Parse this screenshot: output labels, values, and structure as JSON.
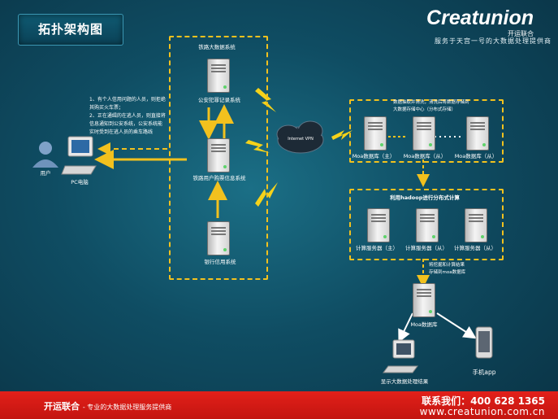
{
  "header": {
    "title": "拓扑架构图",
    "brand_name": "Creatunion",
    "brand_cn": "开运联合",
    "brand_slogan": "服务于天宫一号的大数据处理提供商"
  },
  "railway_group": {
    "title": "铁路大数据系统",
    "nodes": [
      "公安犯罪记录系统",
      "铁路用户购票信息系统",
      "银行信用系统"
    ]
  },
  "notes": [
    "1、有个人信用问题的人员，则拒绝",
    "其购买火车票；",
    "2、正在通缉的在逃人员，则直接将",
    "信息通知到公安系统，公安系统能",
    "实时受到在逃人员的乘车路线"
  ],
  "user": {
    "label": "用户",
    "pc_label": "PC电脑"
  },
  "cloud": {
    "label": "Internet VPN"
  },
  "moa_group": {
    "desc_line1": "数据抽取并清洗，清洗后将数据存储到",
    "desc_line2": "大数据存储中心（分布式存储）",
    "nodes": [
      "Moa数据库（主）",
      "Moa数据库（从）",
      "Moa数据库（从）"
    ]
  },
  "hadoop_group": {
    "title": "利用hadoop进行分布式计算",
    "nodes": [
      "计算服务器（主）",
      "计算服务器（从）",
      "计算服务器（从）"
    ]
  },
  "result_note": {
    "line1": "将挖掘和计算结果",
    "line2": "存储到moa数据库"
  },
  "moa_db": {
    "label": "Moa数据库"
  },
  "display": {
    "label": "显示大数据处理结果"
  },
  "mobile": {
    "label": "手机app"
  },
  "footer": {
    "company": "开运联合",
    "slogan": "专业的大数据处理服务提供商",
    "contact": "联系我们：400 628 1365",
    "url": "www.creatunion.com.cn"
  },
  "colors": {
    "accent": "#f2c11e",
    "footer": "#d61a13",
    "background": "#0f4d63"
  }
}
